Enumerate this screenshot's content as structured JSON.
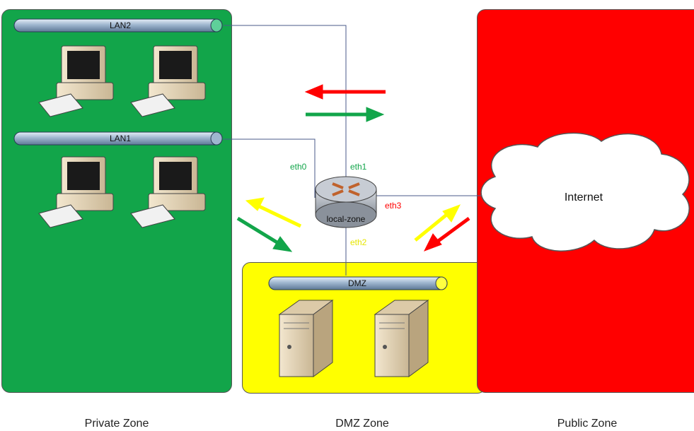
{
  "zones": {
    "private": {
      "label": "Private Zone",
      "color": "#12a54a"
    },
    "dmz": {
      "label": "DMZ Zone",
      "color": "#ffff00"
    },
    "public": {
      "label": "Public Zone",
      "color": "#ff0000"
    }
  },
  "buses": {
    "lan2": "LAN2",
    "lan1": "LAN1",
    "dmz": "DMZ"
  },
  "router": {
    "label": "local-zone"
  },
  "interfaces": {
    "eth0": {
      "label": "eth0",
      "color": "#12a54a"
    },
    "eth1": {
      "label": "eth1",
      "color": "#12a54a"
    },
    "eth2": {
      "label": "eth2",
      "color": "#e6e600"
    },
    "eth3": {
      "label": "eth3",
      "color": "#ff0000"
    }
  },
  "cloud": {
    "label": "Internet"
  },
  "arrow_colors": {
    "red": "#ff0000",
    "green": "#12a54a",
    "yellow": "#ffff00"
  }
}
